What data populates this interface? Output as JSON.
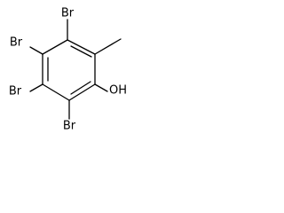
{
  "molecule": {
    "substituents": {
      "br_top": "Br",
      "br_upper_left": "Br",
      "br_lower_left": "Br",
      "br_bottom": "Br",
      "hydroxyl": "OH"
    },
    "colors": {
      "bond": "#000000",
      "label": "#000000",
      "background": "#ffffff"
    }
  }
}
